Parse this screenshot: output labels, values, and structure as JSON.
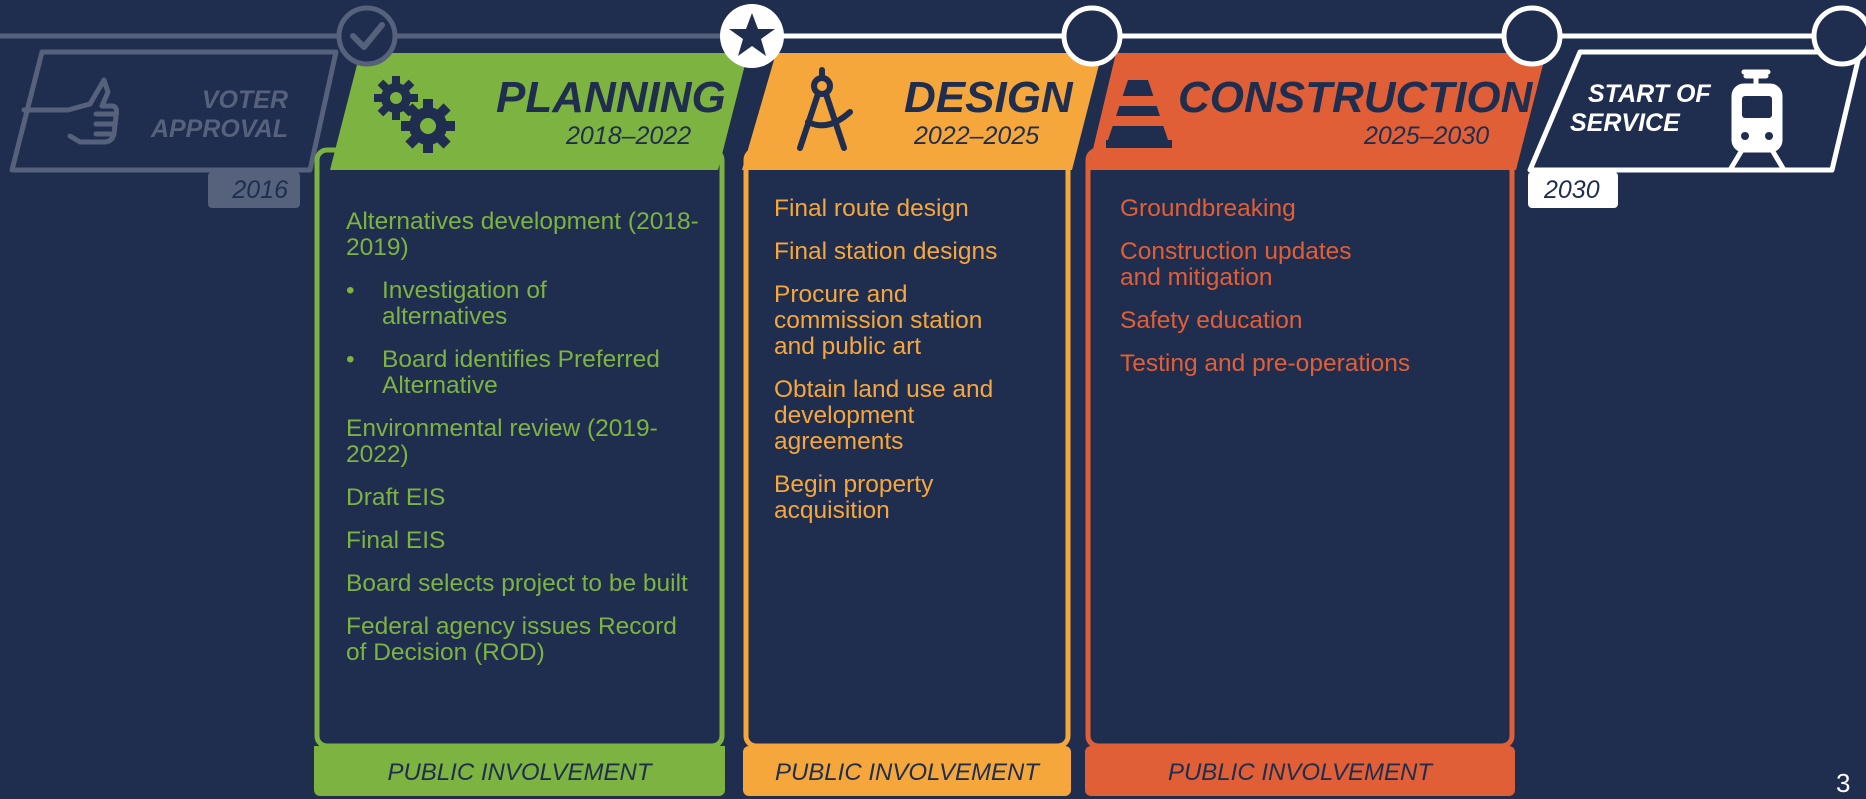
{
  "colors": {
    "background": "#1f2d4f",
    "planning": "#7db340",
    "design": "#f6a73b",
    "construction": "#e15f36",
    "muted": "#56617c",
    "white": "#ffffff"
  },
  "timeline": {
    "milestones": [
      {
        "id": "voter-approval",
        "icon": "thumbs-up-icon",
        "label_line1": "VOTER",
        "label_line2": "APPROVAL",
        "year": "2016",
        "status_icon": "check-icon"
      },
      {
        "id": "start-of-service",
        "icon": "train-icon",
        "label_line1": "START OF",
        "label_line2": "SERVICE",
        "year": "2030"
      }
    ],
    "current_marker_icon": "star-icon"
  },
  "phases": [
    {
      "id": "planning",
      "title": "PLANNING",
      "years": "2018–2022",
      "icon": "gears-icon",
      "footer": "PUBLIC INVOLVEMENT",
      "items": [
        {
          "text": "Alternatives development (2018-2019)",
          "bullet": false
        },
        {
          "text": "Investigation of alternatives",
          "bullet": true
        },
        {
          "text": "Board identifies Preferred Alternative",
          "bullet": true
        },
        {
          "text": "Environmental review (2019-2022)",
          "bullet": false
        },
        {
          "text": "Draft EIS",
          "bullet": false
        },
        {
          "text": "Final EIS",
          "bullet": false
        },
        {
          "text": "Board selects project to be built",
          "bullet": false
        },
        {
          "text": "Federal agency issues Record of Decision (ROD)",
          "bullet": false
        }
      ]
    },
    {
      "id": "design",
      "title": "DESIGN",
      "years": "2022–2025",
      "icon": "drafting-compass-icon",
      "footer": "PUBLIC INVOLVEMENT",
      "items": [
        {
          "text": "Final route design",
          "bullet": false
        },
        {
          "text": "Final station designs",
          "bullet": false
        },
        {
          "text": "Procure and commission station and public art",
          "bullet": false
        },
        {
          "text": "Obtain land use and development agreements",
          "bullet": false
        },
        {
          "text": "Begin property acquisition",
          "bullet": false
        }
      ]
    },
    {
      "id": "construction",
      "title": "CONSTRUCTION",
      "years": "2025–2030",
      "icon": "traffic-cone-icon",
      "footer": "PUBLIC INVOLVEMENT",
      "items": [
        {
          "text": "Groundbreaking",
          "bullet": false
        },
        {
          "text": "Construction updates and mitigation",
          "bullet": false
        },
        {
          "text": "Safety education",
          "bullet": false
        },
        {
          "text": "Testing and pre-operations",
          "bullet": false
        }
      ]
    }
  ],
  "page_number": "3"
}
